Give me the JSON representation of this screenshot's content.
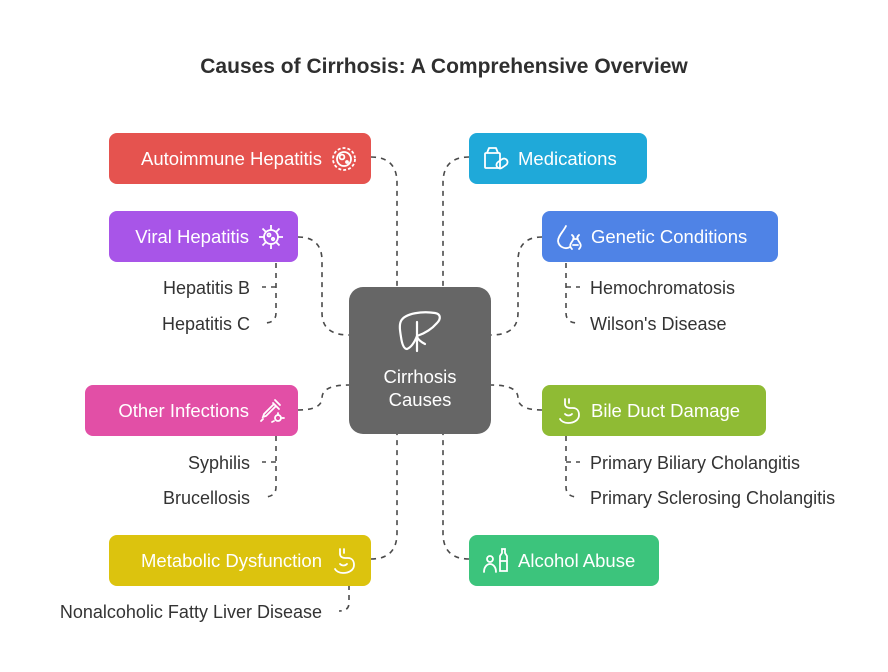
{
  "title": "Causes of Cirrhosis: A Comprehensive Overview",
  "center": {
    "line1": "Cirrhosis",
    "line2": "Causes",
    "icon": "liver-icon"
  },
  "causes": {
    "autoimmune": {
      "label": "Autoimmune Hepatitis",
      "color": "#e5534f",
      "icon": "cell-icon"
    },
    "viral": {
      "label": "Viral Hepatitis",
      "color": "#a855e8",
      "icon": "virus-icon",
      "items": [
        "Hepatitis B",
        "Hepatitis C"
      ]
    },
    "infections": {
      "label": "Other Infections",
      "color": "#e24fa6",
      "icon": "dropper-bacteria-icon",
      "items": [
        "Syphilis",
        "Brucellosis"
      ]
    },
    "metabolic": {
      "label": "Metabolic Dysfunction",
      "color": "#dcc30e",
      "icon": "stomach-icon",
      "items": [
        "Nonalcoholic Fatty Liver Disease"
      ]
    },
    "medications": {
      "label": "Medications",
      "color": "#1fa9d9",
      "icon": "pill-box-icon"
    },
    "genetic": {
      "label": "Genetic Conditions",
      "color": "#4f83e6",
      "icon": "drop-dna-icon",
      "items": [
        "Hemochromatosis",
        "Wilson's Disease"
      ]
    },
    "bile": {
      "label": "Bile Duct Damage",
      "color": "#8fbb34",
      "icon": "stomach-icon",
      "items": [
        "Primary Biliary Cholangitis",
        "Primary Sclerosing Cholangitis"
      ]
    },
    "alcohol": {
      "label": "Alcohol Abuse",
      "color": "#3cc47c",
      "icon": "person-bottle-icon"
    }
  }
}
